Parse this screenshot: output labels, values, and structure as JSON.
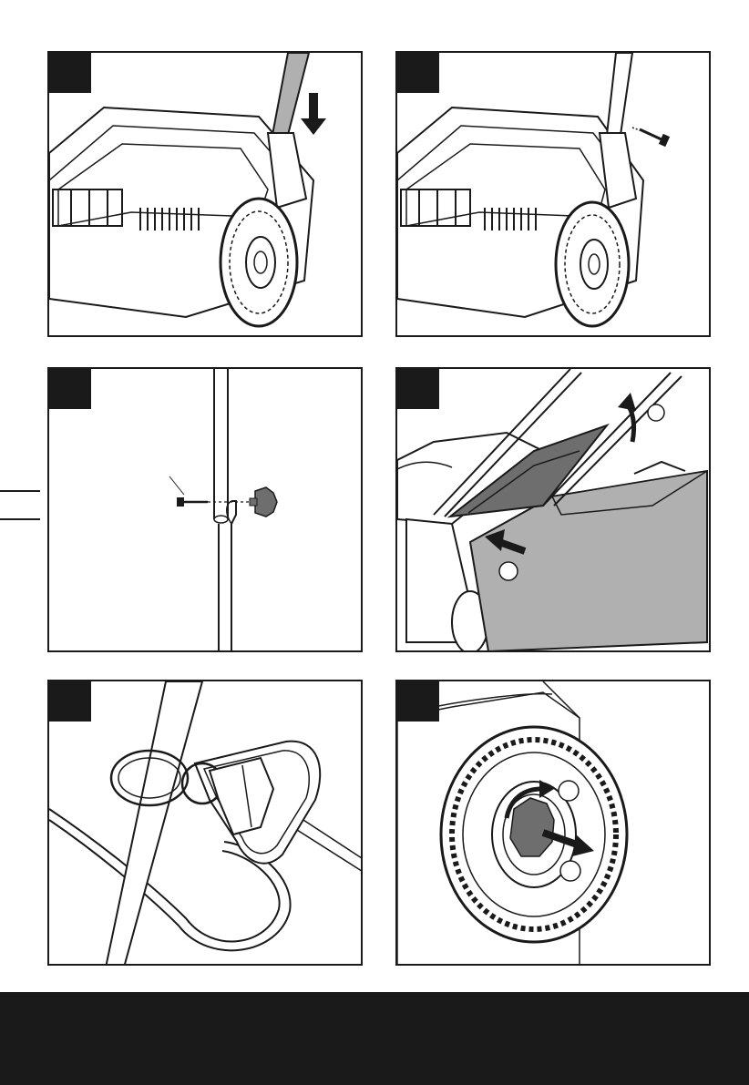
{
  "page": {
    "colors": {
      "ink": "#1a1a1a",
      "paper": "#ffffff",
      "fill_gray": "#b0b0b0",
      "dark_gray": "#6e6e6e"
    }
  },
  "panels": [
    {
      "id": "1",
      "step_label": "",
      "illustration": "handle-insert",
      "icon": "down-arrow-icon"
    },
    {
      "id": "2",
      "step_label": "",
      "illustration": "bolt-insert",
      "icon": "bolt-icon"
    },
    {
      "id": "3",
      "step_label": "",
      "illustration": "bolt-knob-detail",
      "icon": "knob-icon"
    },
    {
      "id": "4",
      "step_label": "",
      "illustration": "grass-box-attach",
      "icon": "up-arrow-icon"
    },
    {
      "id": "5",
      "step_label": "",
      "illustration": "cable-clip",
      "icon": "clip-icon"
    },
    {
      "id": "6",
      "step_label": "",
      "illustration": "wheel-height-adjust",
      "icon": "rotate-arrow-icon"
    }
  ]
}
